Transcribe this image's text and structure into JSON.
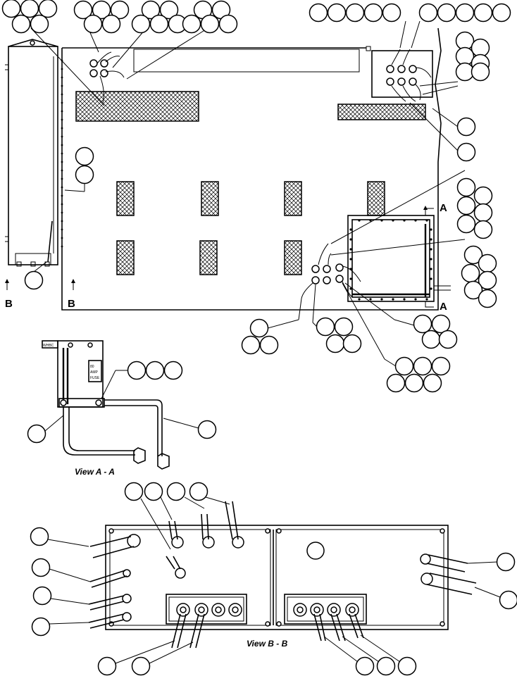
{
  "section_markers": {
    "a_upper": "A",
    "a_lower": "A",
    "b_left": "B",
    "b_right": "B"
  },
  "captions": {
    "view_a": "View A - A",
    "view_b": "View B - B"
  },
  "placards": {
    "connector_tag": "WHBC",
    "fuse_label_line1": "80",
    "fuse_label_line2": "AMP",
    "fuse_label_line3": "FUSE"
  }
}
